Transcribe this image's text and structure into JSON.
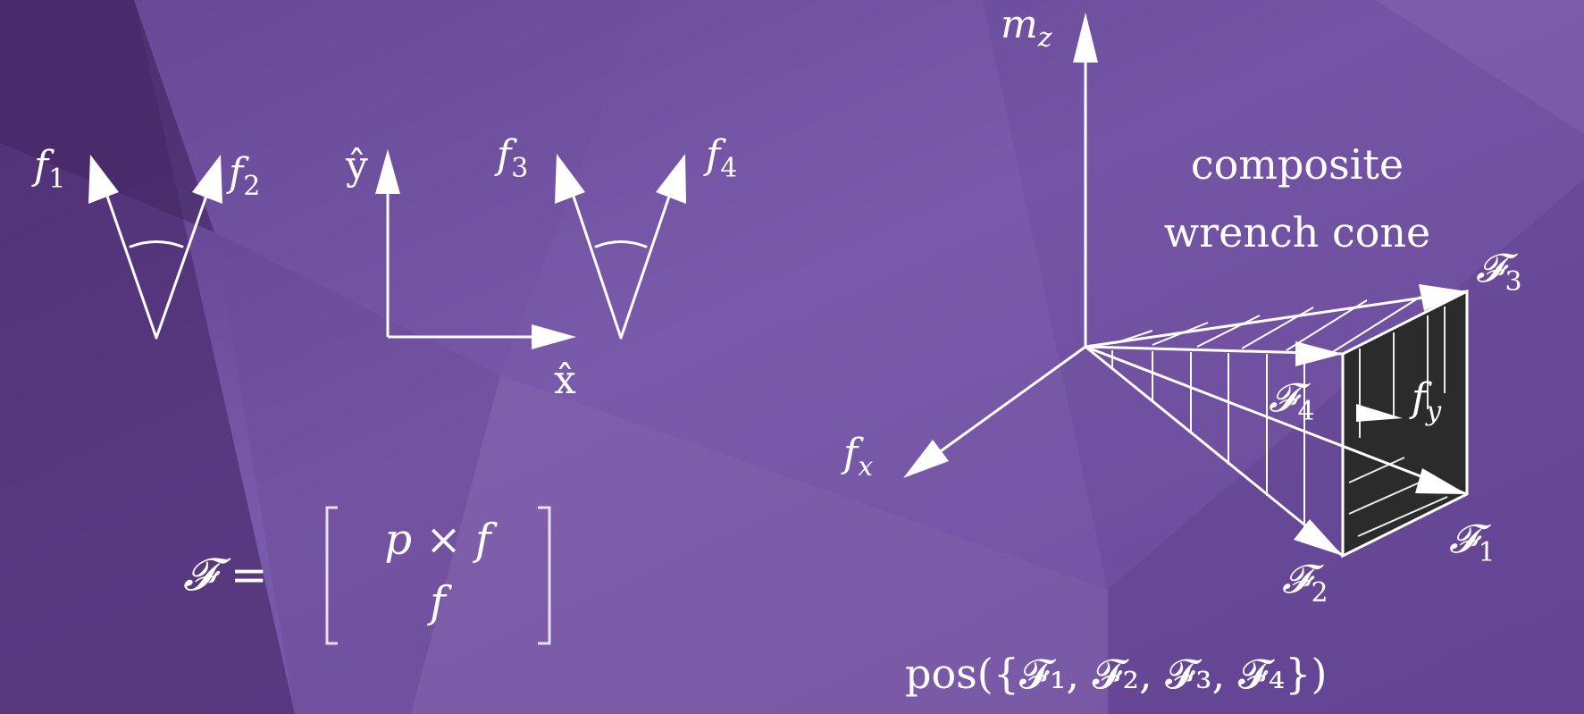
{
  "colors": {
    "background": "#6f51a0",
    "background_dark": "#4b2e6e",
    "facet_light": "#8a6cb5",
    "line": "#ffffff",
    "cone_face": "#2b2b2b",
    "formula_text": "#e8e0f0"
  },
  "left_contacts": {
    "f1": "f",
    "f1_sub": "1",
    "f2": "f",
    "f2_sub": "2",
    "f3": "f",
    "f3_sub": "3",
    "f4": "f",
    "f4_sub": "4"
  },
  "frame": {
    "y_axis": "ŷ",
    "x_axis": "x̂"
  },
  "wrench_formula": {
    "lhs": "𝓕 =",
    "top_row": "p × f",
    "bottom_row": "f"
  },
  "wrench_space": {
    "mz_axis": "m",
    "mz_sub": "z",
    "fx_axis": "f",
    "fx_sub": "x",
    "fy_axis": "f",
    "fy_sub": "y",
    "caption_line1": "composite",
    "caption_line2": "wrench cone",
    "F1": "𝓕",
    "F1_sub": "1",
    "F2": "𝓕",
    "F2_sub": "2",
    "F3": "𝓕",
    "F3_sub": "3",
    "F4": "𝓕",
    "F4_sub": "4",
    "pos_formula": "pos({𝓕₁, 𝓕₂, 𝓕₃, 𝓕₄})"
  }
}
